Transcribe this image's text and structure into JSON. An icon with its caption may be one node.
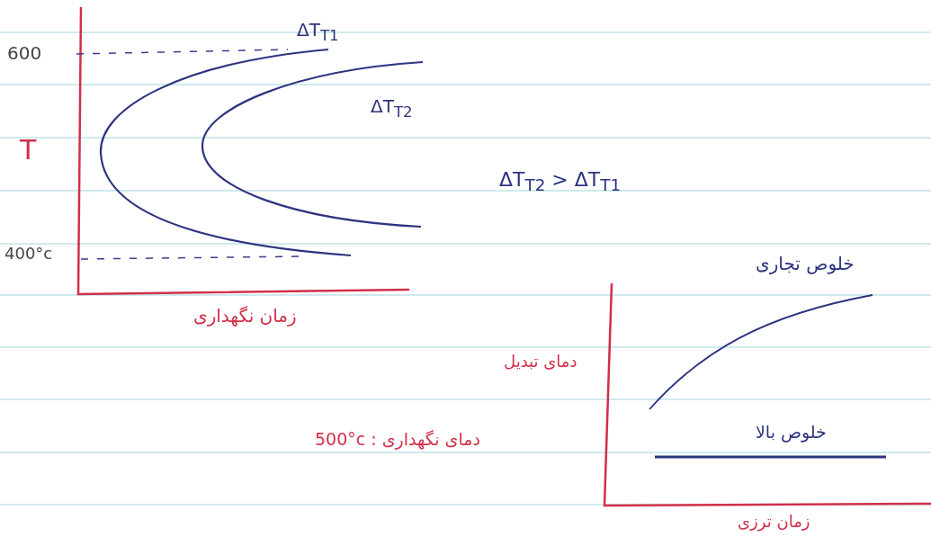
{
  "diagram": {
    "labels": [
      "ΔT$_{T1}$",
      "600",
      "ΔT$_{T2}$",
      "T",
      "ΔT$_{T2}$ > ΔT$_{T1}$",
      "400°c",
      "زمان نگهداری",
      "خلوص تجاری",
      "دمای تبدیل",
      "دمای نگهداری : 500°c",
      "خلوص بالا",
      "زمان ترزی"
    ]
  }
}
